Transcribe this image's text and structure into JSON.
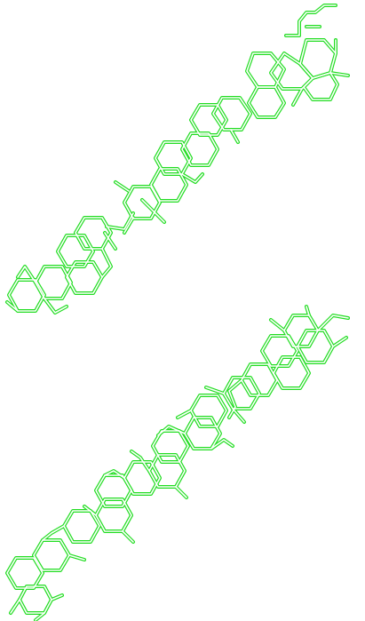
{
  "figure": {
    "background_color": "#ffffff",
    "stroke_color": "#22dd22",
    "inner_stroke_color": "#ffffff",
    "structures": [
      {
        "id": "molecule-upper",
        "orientation": "diagonal-ascending"
      },
      {
        "id": "molecule-lower",
        "orientation": "diagonal-ascending"
      }
    ]
  }
}
